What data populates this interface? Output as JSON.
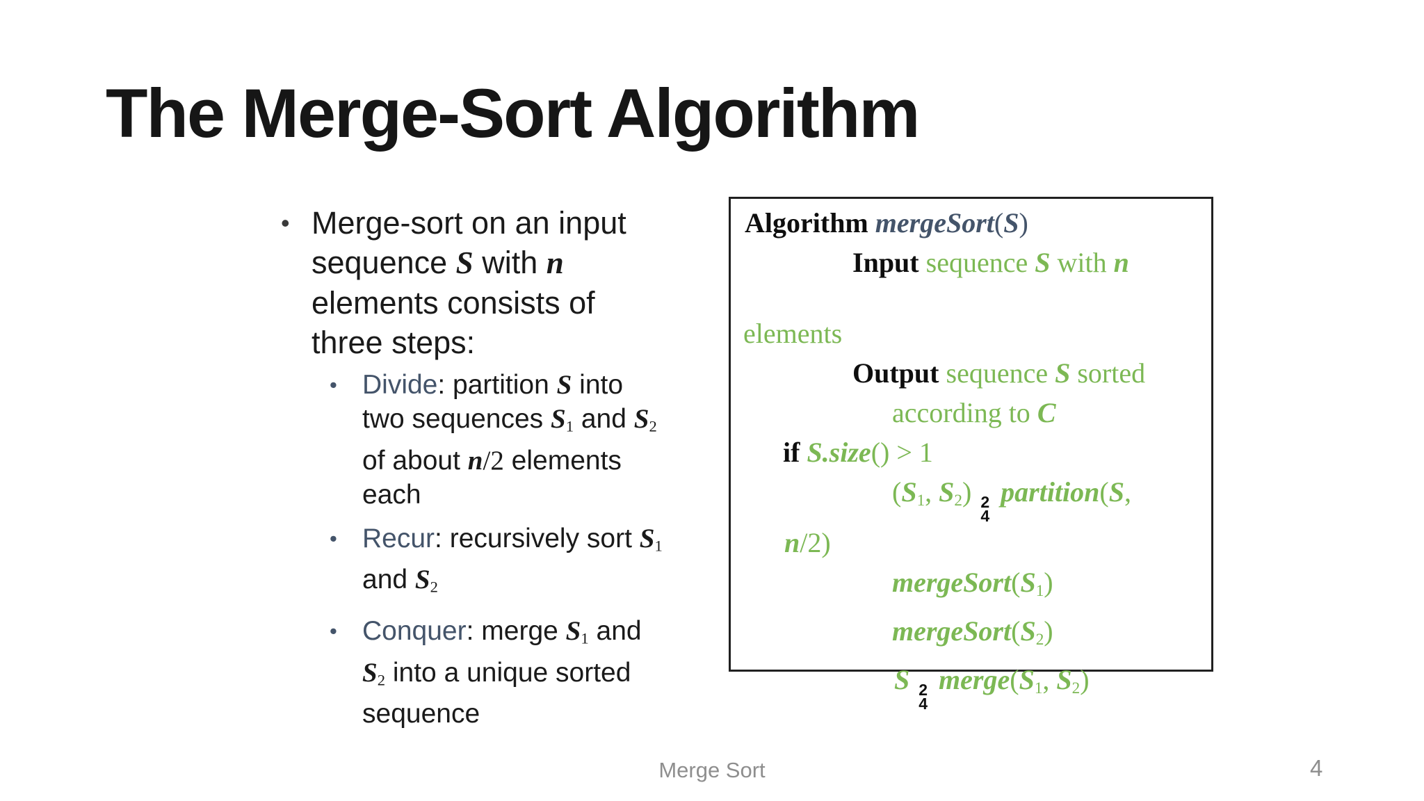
{
  "slide": {
    "title": "The Merge-Sort Algorithm",
    "footer": {
      "label": "Merge Sort",
      "page_number": "4"
    }
  },
  "colors": {
    "code_green": "#7CB854",
    "accent_slate": "#44546A",
    "text": "#1a1a1a",
    "footer_gray": "#8E8E8E"
  },
  "bullets": [
    {
      "level": 1,
      "marker": "•",
      "lines": [
        [
          {
            "t": "Merge-sort on an input",
            "s": "p"
          }
        ],
        [
          {
            "t": "sequence ",
            "s": "p"
          },
          {
            "t": "S",
            "s": "v"
          },
          {
            "t": " with ",
            "s": "p"
          },
          {
            "t": "n",
            "s": "v"
          }
        ],
        [
          {
            "t": "elements consists of",
            "s": "p"
          }
        ],
        [
          {
            "t": "three steps:",
            "s": "p"
          }
        ]
      ]
    },
    {
      "level": 2,
      "marker": "•",
      "lines": [
        [
          {
            "t": "Divide",
            "s": "kw"
          },
          {
            "t": ": partition ",
            "s": "p"
          },
          {
            "t": "S",
            "s": "v"
          },
          {
            "t": " into",
            "s": "p"
          }
        ],
        [
          {
            "t": "two sequences ",
            "s": "p"
          },
          {
            "t": "S",
            "s": "v"
          },
          {
            "t": "1",
            "s": "sr",
            "sub": true
          },
          {
            "t": " and ",
            "s": "p"
          },
          {
            "t": "S",
            "s": "v"
          },
          {
            "t": "2",
            "s": "sr",
            "sub": true
          }
        ],
        [
          {
            "t": "of about ",
            "s": "p"
          },
          {
            "t": "n",
            "s": "v"
          },
          {
            "t": "/2",
            "s": "sr"
          },
          {
            "t": " elements",
            "s": "p"
          }
        ],
        [
          {
            "t": "each",
            "s": "p"
          }
        ]
      ]
    },
    {
      "level": 2,
      "marker": "•",
      "lines": [
        [
          {
            "t": "Recur",
            "s": "kw"
          },
          {
            "t": ": recursively sort ",
            "s": "p"
          },
          {
            "t": "S",
            "s": "v"
          },
          {
            "t": "1",
            "s": "sr",
            "sub": true
          }
        ],
        [
          {
            "t": "and ",
            "s": "p"
          },
          {
            "t": "S",
            "s": "v"
          },
          {
            "t": "2",
            "s": "sr",
            "sub": true
          }
        ]
      ]
    },
    {
      "level": 2,
      "marker": "•",
      "lines": [
        [
          {
            "t": "Conquer",
            "s": "kw"
          },
          {
            "t": ": merge ",
            "s": "p"
          },
          {
            "t": "S",
            "s": "v"
          },
          {
            "t": "1",
            "s": "sr",
            "sub": true
          },
          {
            "t": " and",
            "s": "p"
          }
        ],
        [
          {
            "t": "S",
            "s": "v"
          },
          {
            "t": "2",
            "s": "sr",
            "sub": true
          },
          {
            "t": " into a unique sorted",
            "s": "p"
          }
        ],
        [
          {
            "t": "sequence",
            "s": "p"
          }
        ]
      ]
    }
  ],
  "algorithm_box": {
    "lines": [
      {
        "indent": 20,
        "gap": 0,
        "segments": [
          {
            "t": "Algorithm ",
            "s": "b"
          },
          {
            "t": "mergeSort",
            "s": "slv"
          },
          {
            "t": "(",
            "s": "sl"
          },
          {
            "t": "S",
            "s": "slv"
          },
          {
            "t": ")",
            "s": "sl"
          }
        ]
      },
      {
        "indent": 175,
        "gap": 0,
        "segments": [
          {
            "t": "Input ",
            "s": "b"
          },
          {
            "t": "sequence ",
            "s": "g"
          },
          {
            "t": "S",
            "s": "gv"
          },
          {
            "t": " with ",
            "s": "g"
          },
          {
            "t": "n",
            "s": "gv"
          }
        ]
      },
      {
        "indent": 18,
        "gap": 45,
        "segments": [
          {
            "t": "elements",
            "s": "g"
          }
        ]
      },
      {
        "indent": 175,
        "gap": 0,
        "segments": [
          {
            "t": "Output ",
            "s": "b"
          },
          {
            "t": "sequence ",
            "s": "g"
          },
          {
            "t": "S",
            "s": "gv"
          },
          {
            "t": " sorted",
            "s": "g"
          }
        ]
      },
      {
        "indent": 232,
        "gap": 0,
        "segments": [
          {
            "t": "according to ",
            "s": "g"
          },
          {
            "t": "C",
            "s": "gv"
          }
        ]
      },
      {
        "indent": 75,
        "gap": 0,
        "segments": [
          {
            "t": "if ",
            "s": "b"
          },
          {
            "t": "S.size",
            "s": "gv"
          },
          {
            "t": "() > 1",
            "s": "g"
          }
        ]
      },
      {
        "indent": 232,
        "gap": 0,
        "segments": [
          {
            "t": "(",
            "s": "g"
          },
          {
            "t": "S",
            "s": "gv"
          },
          {
            "t": "1",
            "s": "g",
            "sub": true
          },
          {
            "t": ", ",
            "s": "g"
          },
          {
            "t": "S",
            "s": "gv"
          },
          {
            "t": "2",
            "s": "g",
            "sub": true
          },
          {
            "t": ") ",
            "s": "g"
          },
          {
            "t": "2",
            "b": "4",
            "s": "frac"
          },
          {
            "t": " partition",
            "s": "gv"
          },
          {
            "t": "(",
            "s": "g"
          },
          {
            "t": "S",
            "s": "gv"
          },
          {
            "t": ",",
            "s": "g"
          }
        ]
      },
      {
        "indent": 77,
        "gap": 0,
        "segments": [
          {
            "t": "n",
            "s": "gv"
          },
          {
            "t": "/2)",
            "s": "g"
          }
        ]
      },
      {
        "indent": 232,
        "gap": 0,
        "segments": [
          {
            "t": "mergeSort",
            "s": "gv"
          },
          {
            "t": "(",
            "s": "g"
          },
          {
            "t": "S",
            "s": "gv"
          },
          {
            "t": "1",
            "s": "g",
            "sub": true
          },
          {
            "t": ")",
            "s": "g"
          }
        ]
      },
      {
        "indent": 232,
        "gap": 0,
        "segments": [
          {
            "t": "mergeSort",
            "s": "gv"
          },
          {
            "t": "(",
            "s": "g"
          },
          {
            "t": "S",
            "s": "gv"
          },
          {
            "t": "2",
            "s": "g",
            "sub": true
          },
          {
            "t": ")",
            "s": "g"
          }
        ]
      },
      {
        "indent": 235,
        "gap": 0,
        "segments": [
          {
            "t": "S ",
            "s": "gv"
          },
          {
            "t": "2",
            "b": "4",
            "s": "frac"
          },
          {
            "t": " ",
            "s": "g"
          },
          {
            "t": "merge",
            "s": "gv"
          },
          {
            "t": "(",
            "s": "g"
          },
          {
            "t": "S",
            "s": "gv"
          },
          {
            "t": "1",
            "s": "g",
            "sub": true
          },
          {
            "t": ", ",
            "s": "g"
          },
          {
            "t": "S",
            "s": "gv"
          },
          {
            "t": "2",
            "s": "g",
            "sub": true
          },
          {
            "t": ")",
            "s": "g"
          }
        ]
      }
    ]
  }
}
